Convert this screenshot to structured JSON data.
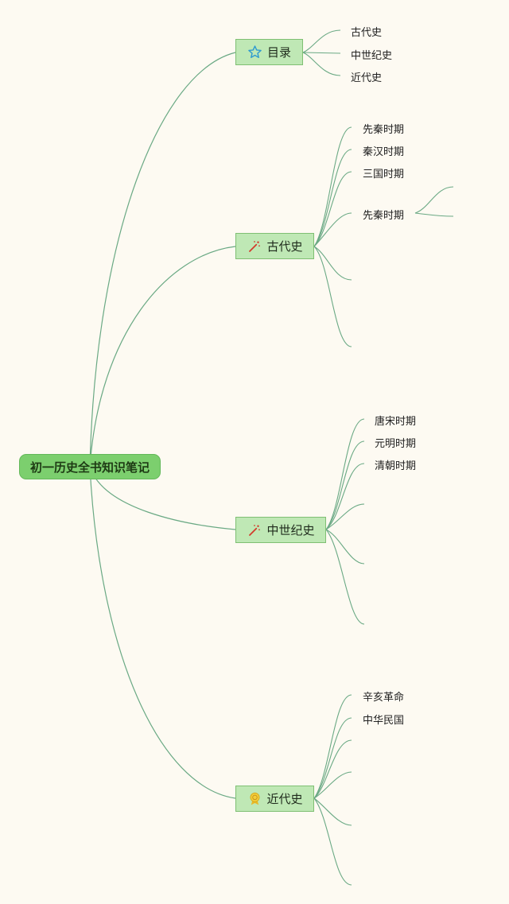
{
  "root": {
    "label": "初一历史全书知识笔记"
  },
  "branches": [
    {
      "label": "目录",
      "icon": "star-icon",
      "children": [
        "古代史",
        "中世纪史",
        "近代史"
      ]
    },
    {
      "label": "古代史",
      "icon": "magic-wand-icon",
      "children": [
        "先秦时期",
        "秦汉时期",
        "三国时期",
        "先秦时期",
        "",
        ""
      ],
      "sub_branches": [
        "",
        ""
      ]
    },
    {
      "label": "中世纪史",
      "icon": "magic-wand-icon",
      "children": [
        "唐宋时期",
        "元明时期",
        "清朝时期",
        "",
        "",
        ""
      ]
    },
    {
      "label": "近代史",
      "icon": "award-badge-icon",
      "children": [
        "辛亥革命",
        "中华民国",
        "",
        "",
        "",
        ""
      ]
    }
  ],
  "colors": {
    "background": "#fdfaf2",
    "root_fill": "#7ccf6e",
    "branch_fill": "#bfe8b5",
    "connector": "#6aa984"
  }
}
